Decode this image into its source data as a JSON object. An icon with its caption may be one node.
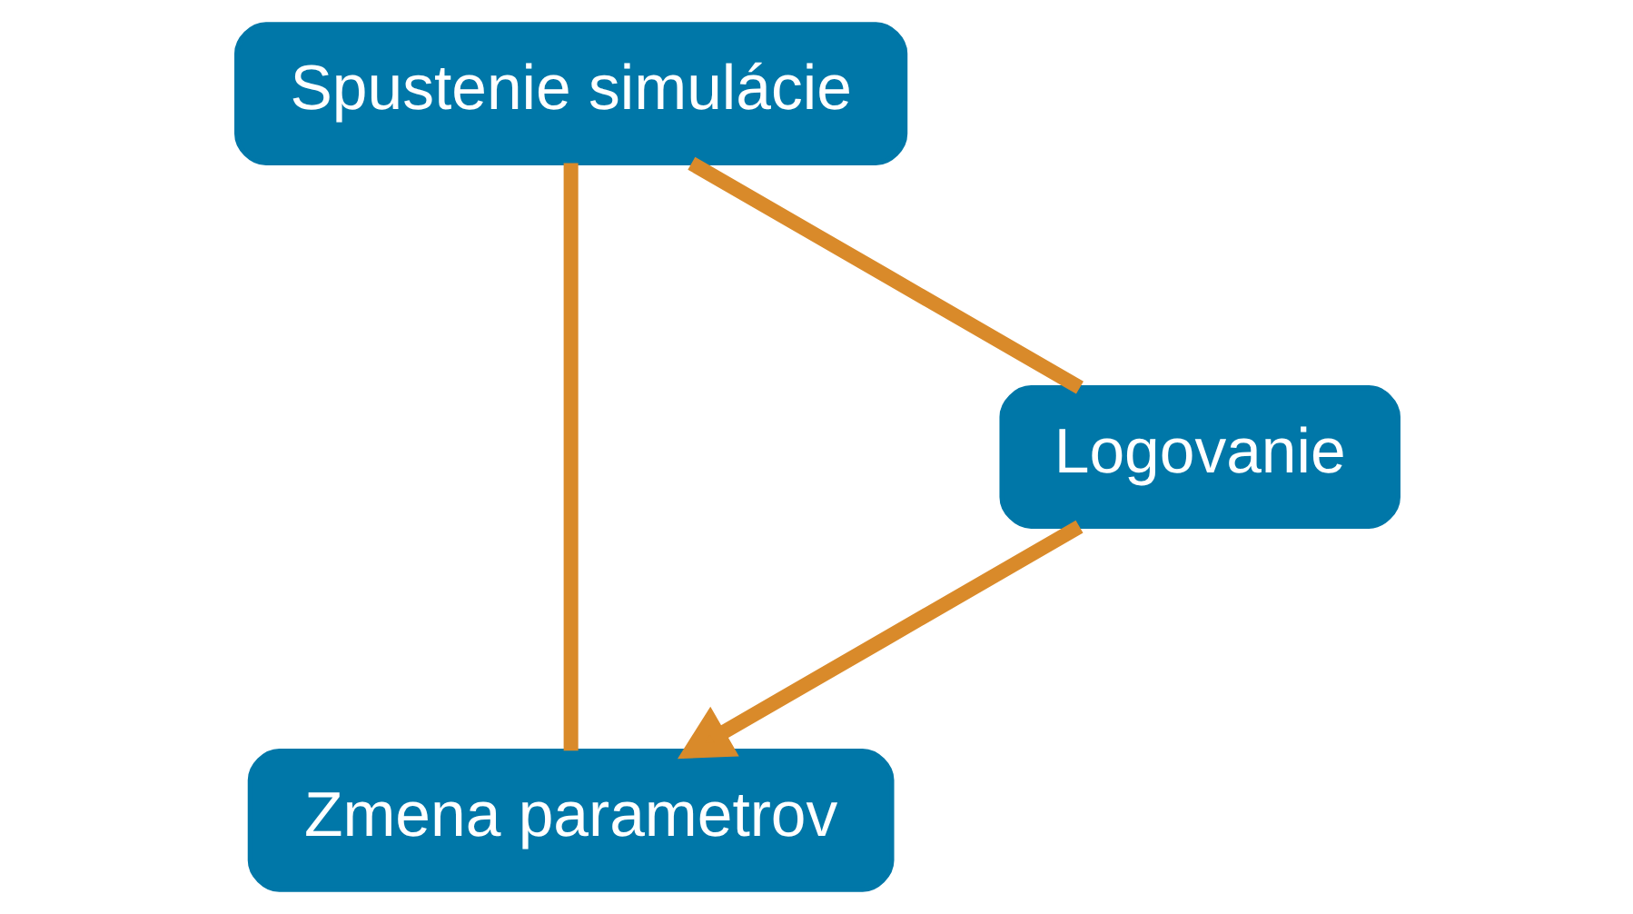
{
  "diagram": {
    "nodes": [
      {
        "text": [
          "Zmena parametrov"
        ]
      },
      {
        "text": [
          "Spustenie simulácie"
        ]
      },
      {
        "text": [
          "Logovanie"
        ]
      }
    ],
    "edges": [
      {
        "from": 0,
        "to": 1,
        "arrow": "none"
      },
      {
        "from": 1,
        "to": 2,
        "arrow": "none"
      },
      {
        "from": 2,
        "to": 0,
        "arrow": "to"
      }
    ]
  }
}
